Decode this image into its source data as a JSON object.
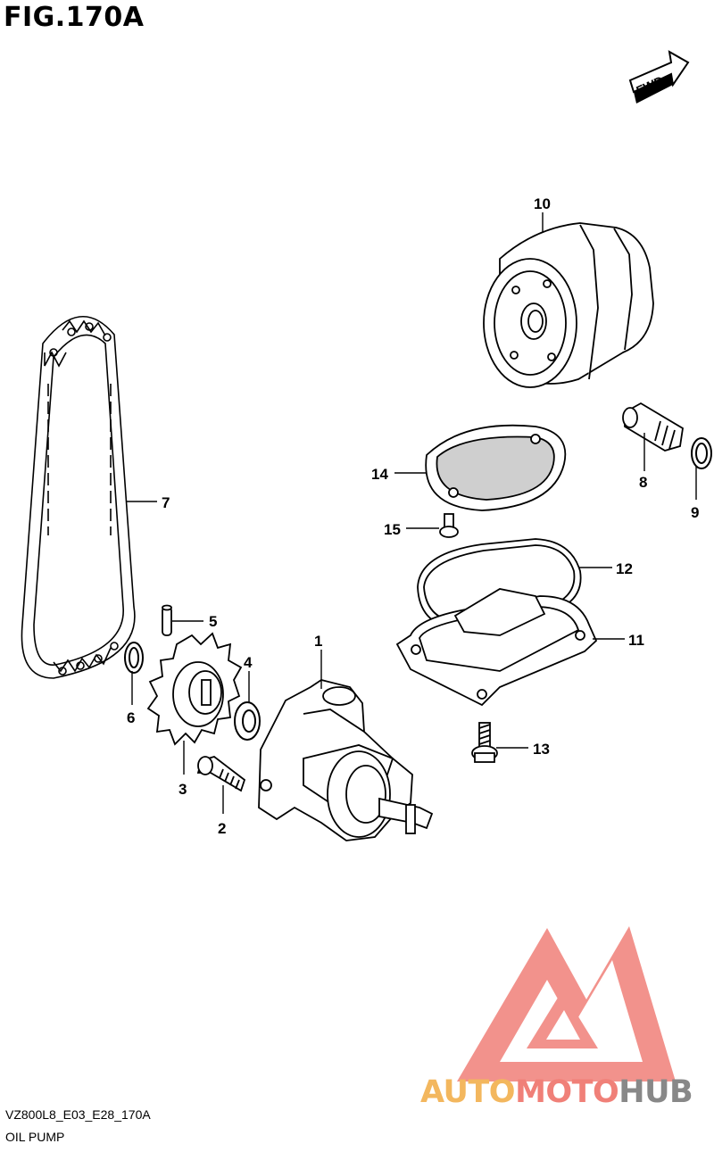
{
  "figure": {
    "title": "FIG.170A",
    "code": "VZ800L8_E03_E28_170A",
    "name": "OIL PUMP",
    "direction_marker": "FWD"
  },
  "watermark": {
    "part1": "AUTO",
    "part2": "MOTO",
    "part3": "HUB",
    "colors": {
      "auto": "#f3b75e",
      "moto": "#f08078",
      "hub": "#888888",
      "logo": "#f08078"
    }
  },
  "callouts": [
    {
      "id": "1",
      "label": "1"
    },
    {
      "id": "2",
      "label": "2"
    },
    {
      "id": "3",
      "label": "3"
    },
    {
      "id": "4",
      "label": "4"
    },
    {
      "id": "5",
      "label": "5"
    },
    {
      "id": "6",
      "label": "6"
    },
    {
      "id": "7",
      "label": "7"
    },
    {
      "id": "8",
      "label": "8"
    },
    {
      "id": "9",
      "label": "9"
    },
    {
      "id": "10",
      "label": "10"
    },
    {
      "id": "11",
      "label": "11"
    },
    {
      "id": "12",
      "label": "12"
    },
    {
      "id": "13",
      "label": "13"
    },
    {
      "id": "14",
      "label": "14"
    },
    {
      "id": "15",
      "label": "15"
    }
  ]
}
